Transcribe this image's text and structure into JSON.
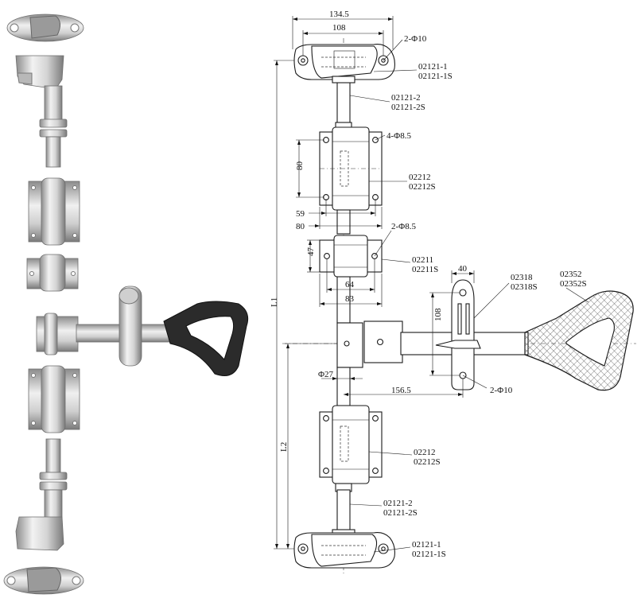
{
  "dimensions": {
    "width_top": "134.5",
    "width_inner": "108",
    "bracket_height": "80",
    "bracket_width_a": "59",
    "bracket_width_b": "80",
    "small_bracket_height": "47",
    "small_bracket_width_a": "64",
    "small_bracket_width_b": "83",
    "rod_diameter": "Φ27",
    "handle_reach": "156.5",
    "keeper_width": "40",
    "keeper_height": "108",
    "length_total": "L1",
    "length_lower": "L2"
  },
  "callouts": {
    "top_holes": "2-Φ10",
    "bracket_holes": "4-Φ8.5",
    "small_bracket_holes": "2-Φ8.5",
    "keeper_holes": "2-Φ10"
  },
  "parts": {
    "cam_top_a": "02121-1",
    "cam_top_b": "02121-1S",
    "rod_top_a": "02121-2",
    "rod_top_b": "02121-2S",
    "bracket_top_a": "02212",
    "bracket_top_b": "02212S",
    "guide_a": "02211",
    "guide_b": "02211S",
    "keeper_a": "02318",
    "keeper_b": "02318S",
    "handle_a": "02352",
    "handle_b": "02352S",
    "bracket_bottom_a": "02212",
    "bracket_bottom_b": "02212S",
    "rod_bottom_a": "02121-2",
    "rod_bottom_b": "02121-2S",
    "cam_bottom_a": "02121-1",
    "cam_bottom_b": "02121-1S"
  },
  "colors": {
    "line": "#1a1a1a",
    "metal_light": "#e6e6e6",
    "metal_dark": "#8c8c8c",
    "handle_grip": "#2b2b2b",
    "hatch": "#444444"
  },
  "icons": [
    "cam-keeper-icon",
    "rod-icon",
    "bracket-icon",
    "handle-icon"
  ]
}
